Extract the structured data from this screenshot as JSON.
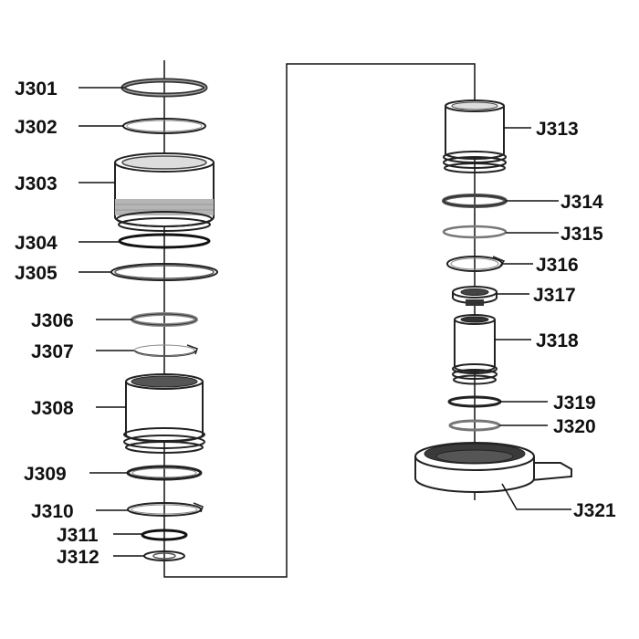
{
  "labels": {
    "j301": "J301",
    "j302": "J302",
    "j303": "J303",
    "j304": "J304",
    "j305": "J305",
    "j306": "J306",
    "j307": "J307",
    "j308": "J308",
    "j309": "J309",
    "j310": "J310",
    "j311": "J311",
    "j312": "J312",
    "j313": "J313",
    "j314": "J314",
    "j315": "J315",
    "j316": "J316",
    "j317": "J317",
    "j318": "J318",
    "j319": "J319",
    "j320": "J320",
    "j321": "J321"
  }
}
